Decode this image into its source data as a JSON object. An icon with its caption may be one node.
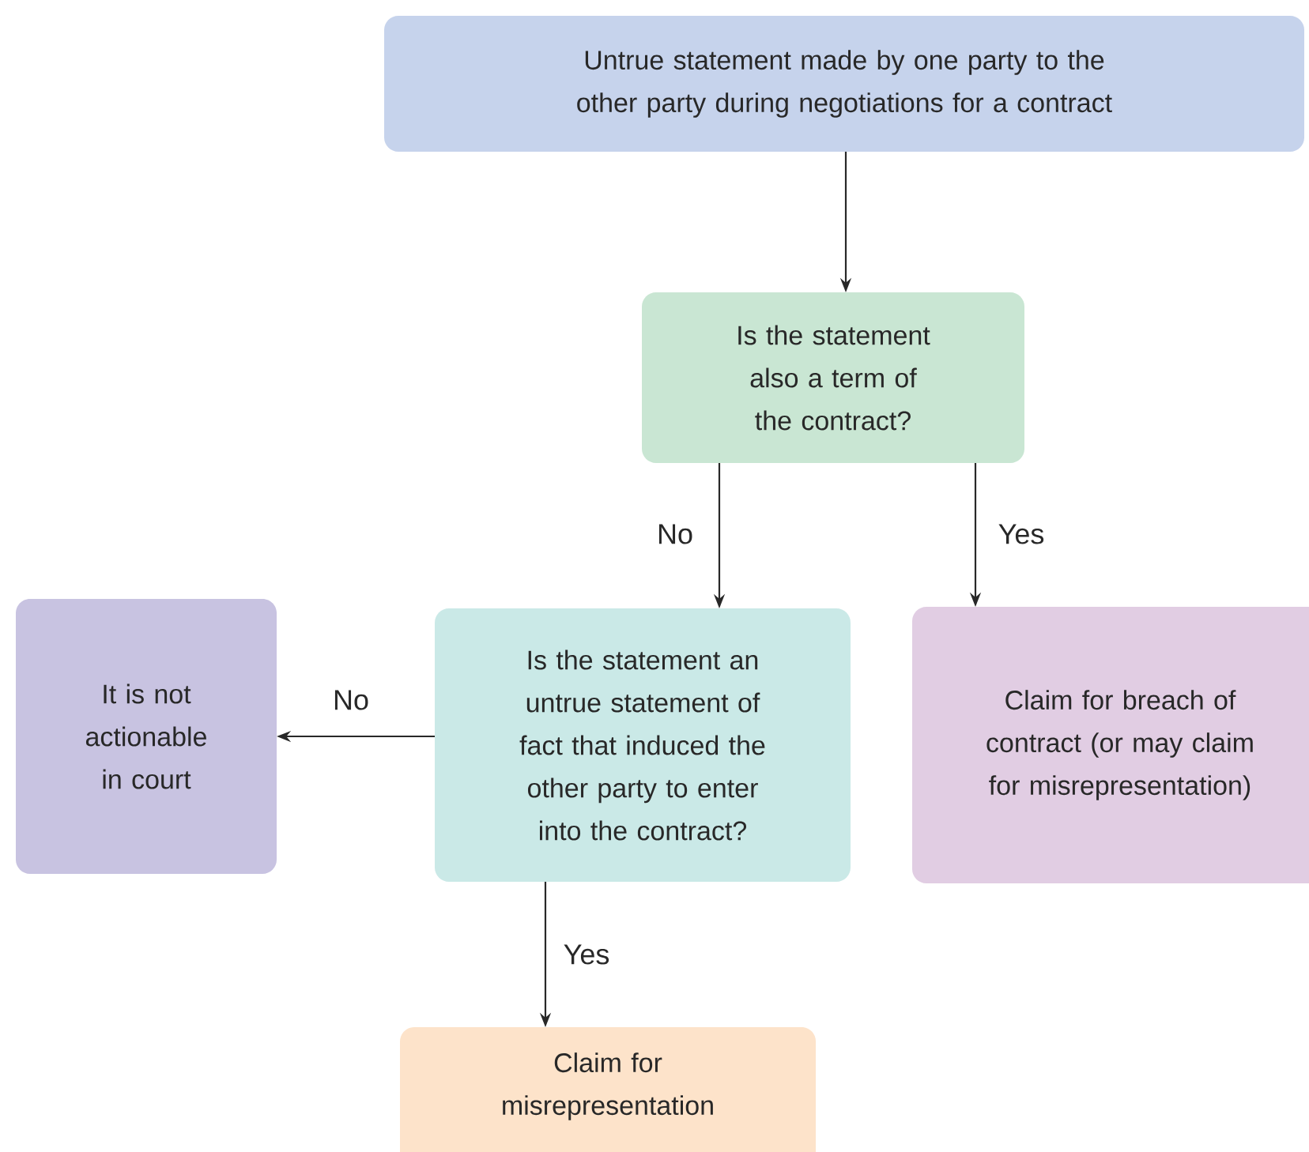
{
  "diagram": {
    "nodes": [
      {
        "text": [
          "Untrue statement made by one party to the other party during negotiations for a contract"
        ]
      },
      {
        "text": [
          "Is the statement also a term of the contract?"
        ]
      },
      {
        "text": [
          "Is the statement an untrue statement of fact that induced the other party to enter into the contract?"
        ]
      },
      {
        "text": [
          "It is not actionable in court"
        ]
      },
      {
        "text": [
          "Claim for breach of contract (or may claim for misrepresentation)"
        ]
      },
      {
        "text": [
          "Claim for misrepresentation"
        ]
      }
    ],
    "edges": [
      {
        "from": 0,
        "to": 1,
        "arrow": "to"
      },
      {
        "from": 1,
        "to": 2,
        "arrow": "to",
        "label": "No"
      },
      {
        "from": 1,
        "to": 4,
        "arrow": "to",
        "label": "Yes"
      },
      {
        "from": 2,
        "to": 3,
        "arrow": "to",
        "label": "No"
      },
      {
        "from": 2,
        "to": 5,
        "arrow": "to",
        "label": "Yes"
      }
    ]
  }
}
